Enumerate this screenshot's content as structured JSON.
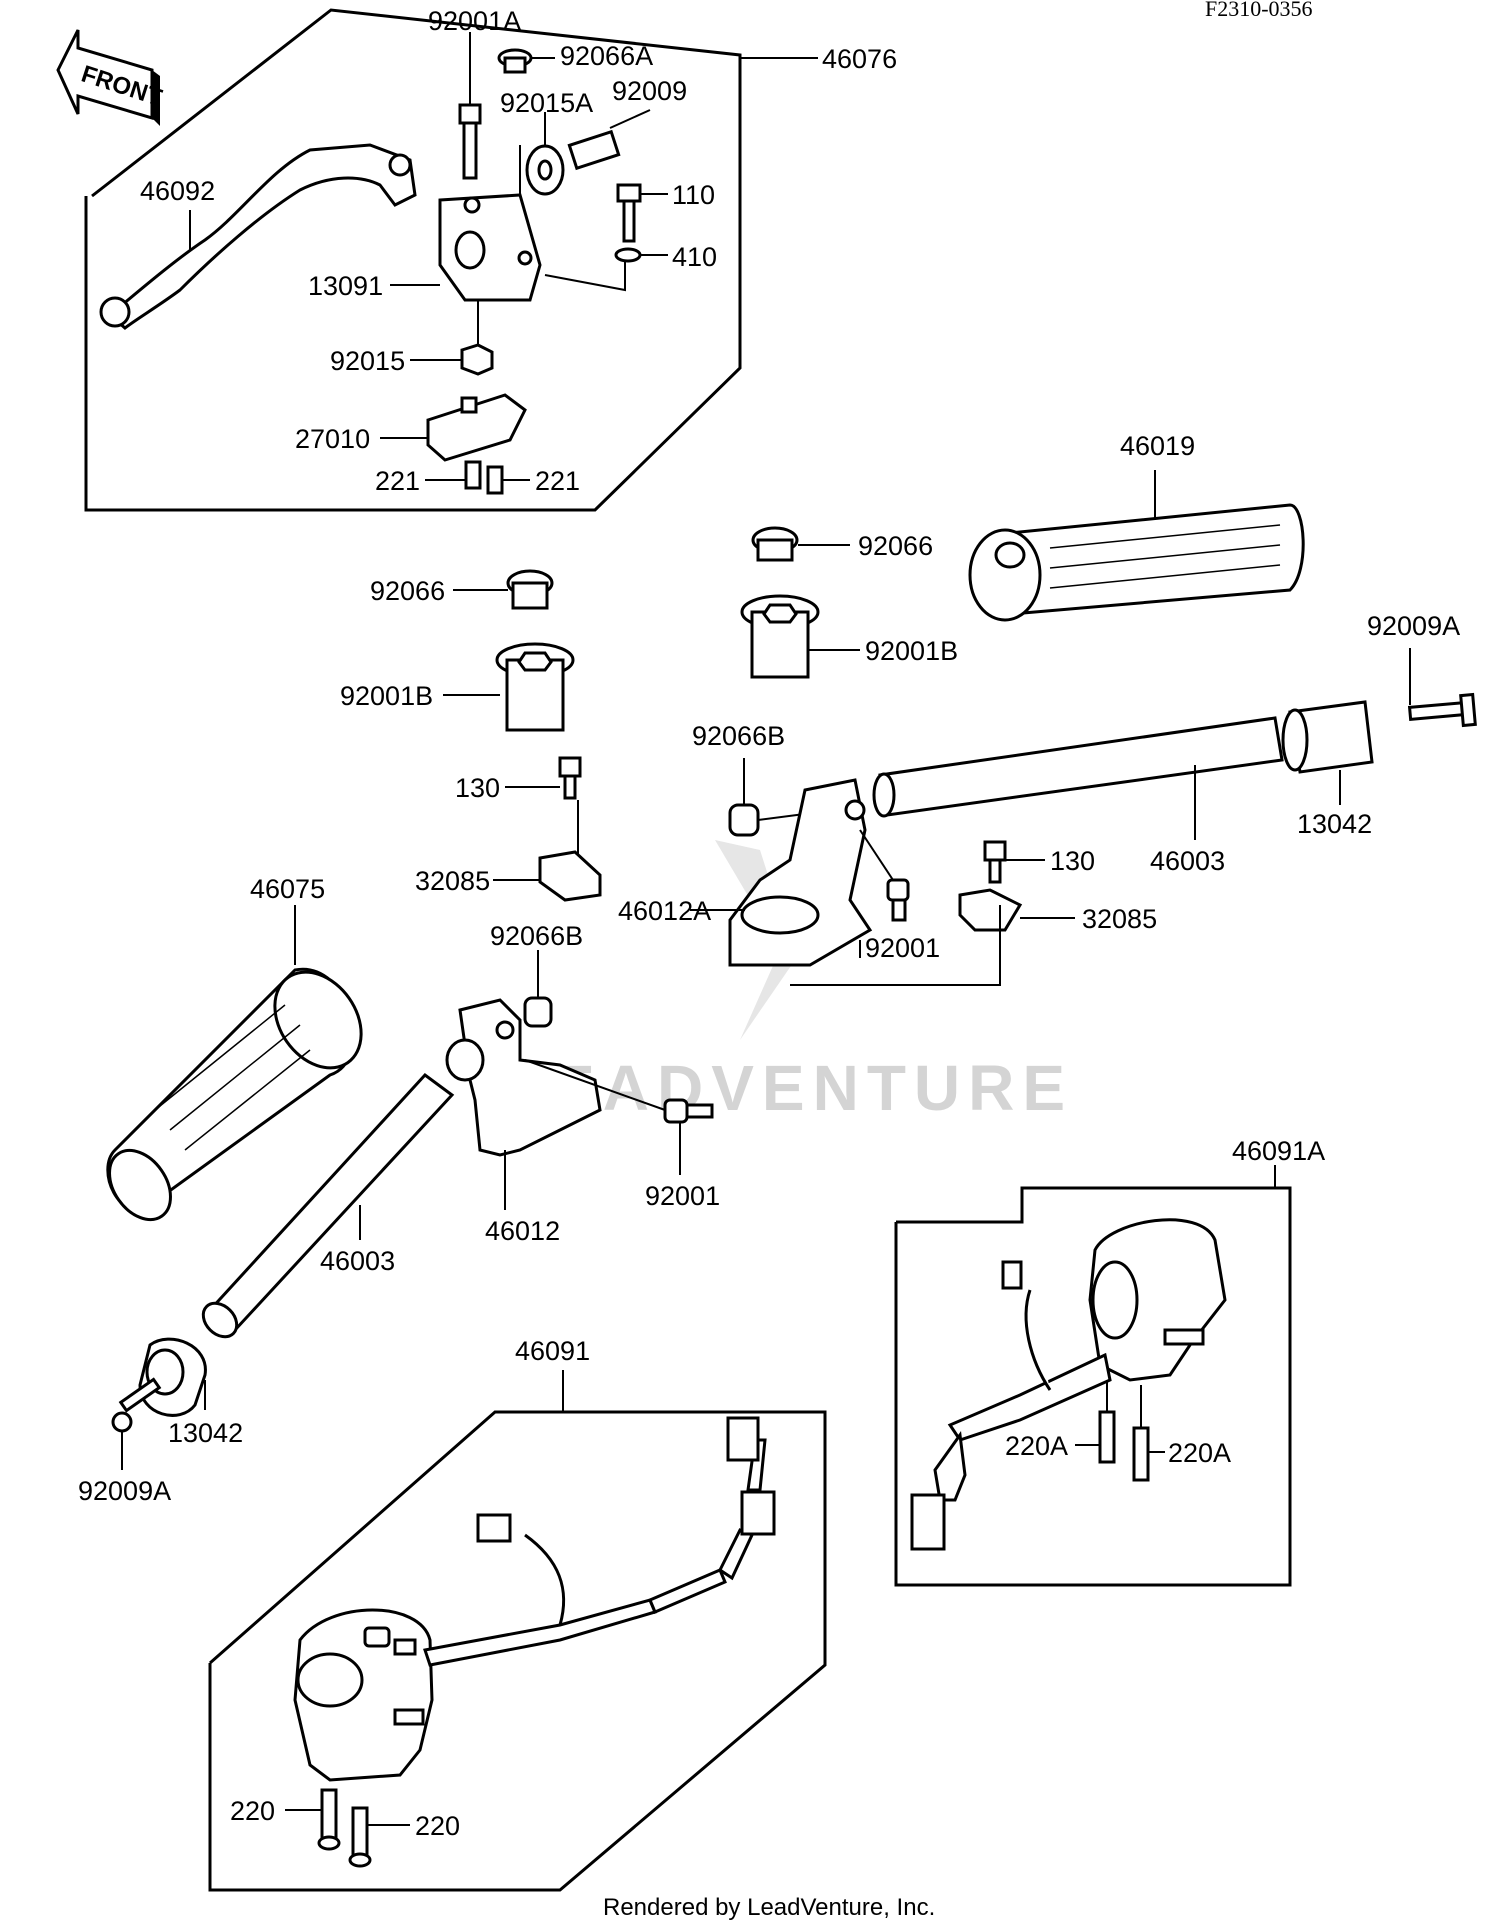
{
  "header": {
    "diagram_code": "F2310-0356"
  },
  "front_arrow": {
    "label": "FRONT"
  },
  "watermark": {
    "text": "LEADVENTURE"
  },
  "footer": {
    "text": "Rendered by LeadVenture, Inc."
  },
  "parts": {
    "p92001A": "92001A",
    "p92066A": "92066A",
    "p46076": "46076",
    "p92015A": "92015A",
    "p92009": "92009",
    "p46092": "46092",
    "p110": "110",
    "p410": "410",
    "p13091": "13091",
    "p92015": "92015",
    "p27010": "27010",
    "p221a": "221",
    "p221b": "221",
    "p46019": "46019",
    "p92066_left": "92066",
    "p92066_right": "92066",
    "p92001B_left": "92001B",
    "p92001B_right": "92001B",
    "p92009A_right": "92009A",
    "p92066B_right": "92066B",
    "p130_left": "130",
    "p130_right": "130",
    "p13042_right": "13042",
    "p32085_left": "32085",
    "p32085_right": "32085",
    "p46012A": "46012A",
    "p46003_right": "46003",
    "p46075": "46075",
    "p92066B_left": "92066B",
    "p92001_right": "92001",
    "p92001_left": "92001",
    "p46012": "46012",
    "p46003_left": "46003",
    "p46091A": "46091A",
    "p46091": "46091",
    "p220A_a": "220A",
    "p220A_b": "220A",
    "p13042_left": "13042",
    "p92009A_left": "92009A",
    "p220_a": "220",
    "p220_b": "220"
  }
}
